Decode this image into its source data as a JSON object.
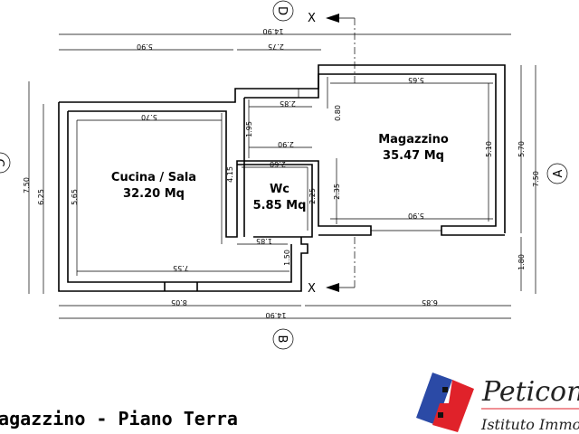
{
  "rooms": {
    "cucina": {
      "name": "Cucina / Sala",
      "area": "32.20 Mq"
    },
    "wc": {
      "name": "Wc",
      "area": "5.85 Mq"
    },
    "magazzino": {
      "name": "Magazzino",
      "area": "35.47 Mq"
    }
  },
  "section_markers": {
    "top": "D",
    "bottom": "B",
    "left": "C",
    "right": "A",
    "cut": "X"
  },
  "dimensions": {
    "top_total": "14.90",
    "top_left": "5.90",
    "top_mid": "2.75",
    "bottom_total": "14.90",
    "bottom_left": "8.05",
    "bottom_right": "6.85",
    "left_outer": "7.50",
    "left_inner": "6.25",
    "right_outer": "7.50",
    "right_upper": "5.70",
    "right_lower": "1.80",
    "cucina_width": "5.70",
    "cucina_height": "5.65",
    "cucina_bottom": "7.55",
    "cucina_right": "4.15",
    "corridor_top": "2.85",
    "corridor_mid": "2.90",
    "corridor_height": "1.95",
    "wc_width": "2.60",
    "wc_height": "2.25",
    "door_width": "1.85",
    "door_height": "1.50",
    "mag_width": "5.65",
    "mag_bottom": "5.90",
    "mag_height": "5.10",
    "mag_step": "0.80",
    "mag_left": "2.35"
  },
  "title": "Magazzino - Piano Terra",
  "logo": {
    "name": "Peticone",
    "subtitle": "Istituto Immobiliare",
    "colors": {
      "blue": "#2b4aa6",
      "red": "#e0222a"
    }
  }
}
